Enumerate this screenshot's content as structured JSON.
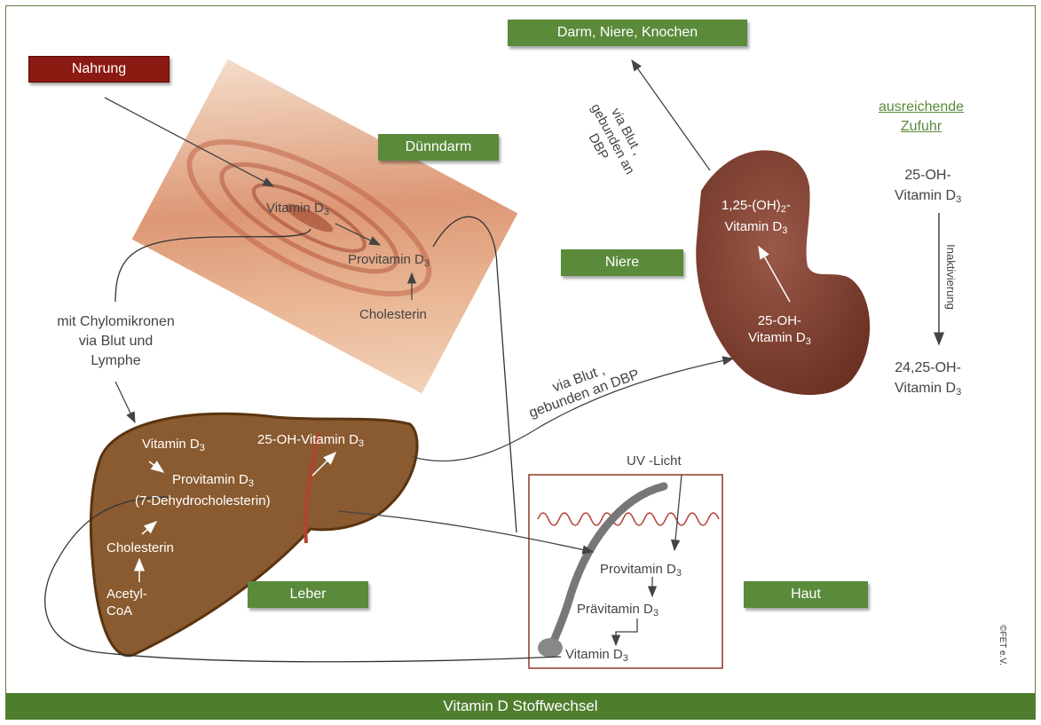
{
  "boxes": {
    "nahrung": "Nahrung",
    "duenndarm": "Dünndarm",
    "darm_niere_knochen": "Darm, Niere, Knochen",
    "niere": "Niere",
    "leber": "Leber",
    "haut": "Haut"
  },
  "labels": {
    "vitd": "Vitamin D",
    "provit": "Provitamin D",
    "cholesterin": "Cholesterin",
    "chylo1": "mit Chylomikronen",
    "chylo2": "via Blut und",
    "chylo3": "Lymphe",
    "liver_25oh": "25-OH-Vitamin D",
    "liver_provit": "Provitamin D",
    "liver_dehydro": "(7-Dehydrocholesterin)",
    "liver_chol": "Cholesterin",
    "liver_acetyl1": "Acetyl-",
    "liver_acetyl2": "CoA",
    "kidney_125_a": "1,25-(OH)",
    "kidney_125_sub": "2",
    "kidney_125_b": "Vitamin D",
    "kidney_25_a": "25-OH-",
    "kidney_25_b": "Vitamin D",
    "via_blut_dbp_1": "via Blut ,",
    "via_blut_dbp_2": "gebunden an DBP",
    "via_blut_vert_1": "via Blut ,",
    "via_blut_vert_2": "gebunden an",
    "via_blut_vert_3": "DBP",
    "ausreichend1": "ausreichende",
    "ausreichend2": "Zufuhr",
    "right_25_a": "25-OH-",
    "right_25_b": "Vitamin D",
    "inaktivierung": "Inaktivierung",
    "right_2425_a": "24,25-OH-",
    "right_2425_b": "Vitamin D",
    "uv": "UV -Licht",
    "skin_provit": "Provitamin D",
    "skin_praevit": "Prävitamin D",
    "skin_vitd": "Vitamin D",
    "sub3": "3",
    "copyright": "©FET e.V."
  },
  "footer": "Vitamin D Stoffwechsel",
  "colors": {
    "green_box": "#5a8a3a",
    "red_box": "#8b1a12",
    "liver": "#8a5a30",
    "kidney": "#7b4030",
    "footer": "#4f7d2e"
  }
}
